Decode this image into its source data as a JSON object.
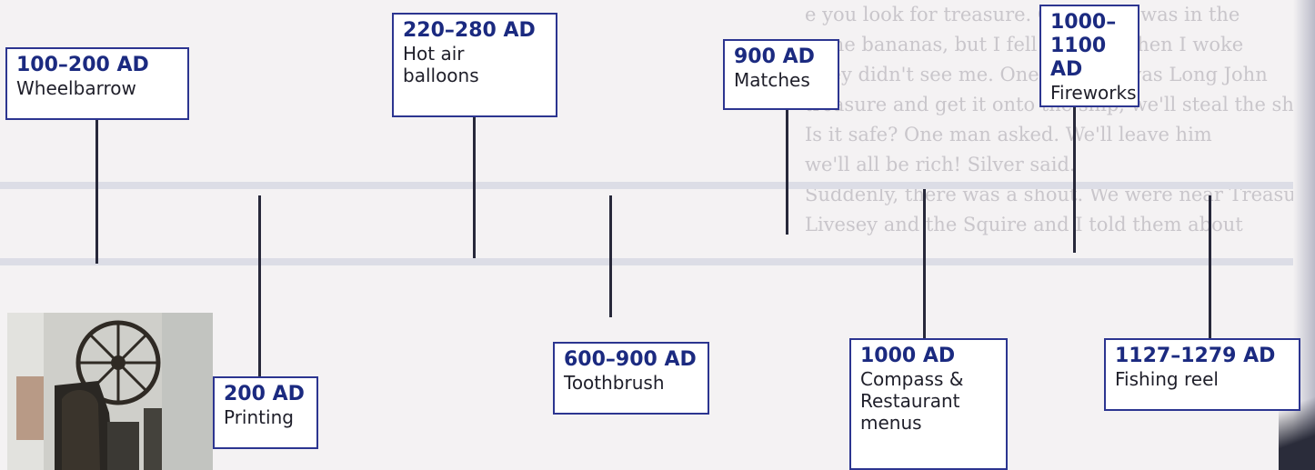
{
  "timeline": {
    "events": [
      {
        "date": "100–200 AD",
        "item": "Wheelbarrow"
      },
      {
        "date": "200 AD",
        "item": "Printing"
      },
      {
        "date": "220–280 AD",
        "item": "Hot air balloons"
      },
      {
        "date": "600–900 AD",
        "item": "Toothbrush"
      },
      {
        "date": "900 AD",
        "item": "Matches"
      },
      {
        "date": "1000 AD",
        "item": "Compass & Restaurant menus"
      },
      {
        "date": "1000–1100 AD",
        "item": "Fireworks"
      },
      {
        "date": "1127–1279 AD",
        "item": "Fishing reel"
      }
    ]
  },
  "colors": {
    "box_border": "#2c3590",
    "date_text": "#1b2a80",
    "connector": "#27283a"
  }
}
